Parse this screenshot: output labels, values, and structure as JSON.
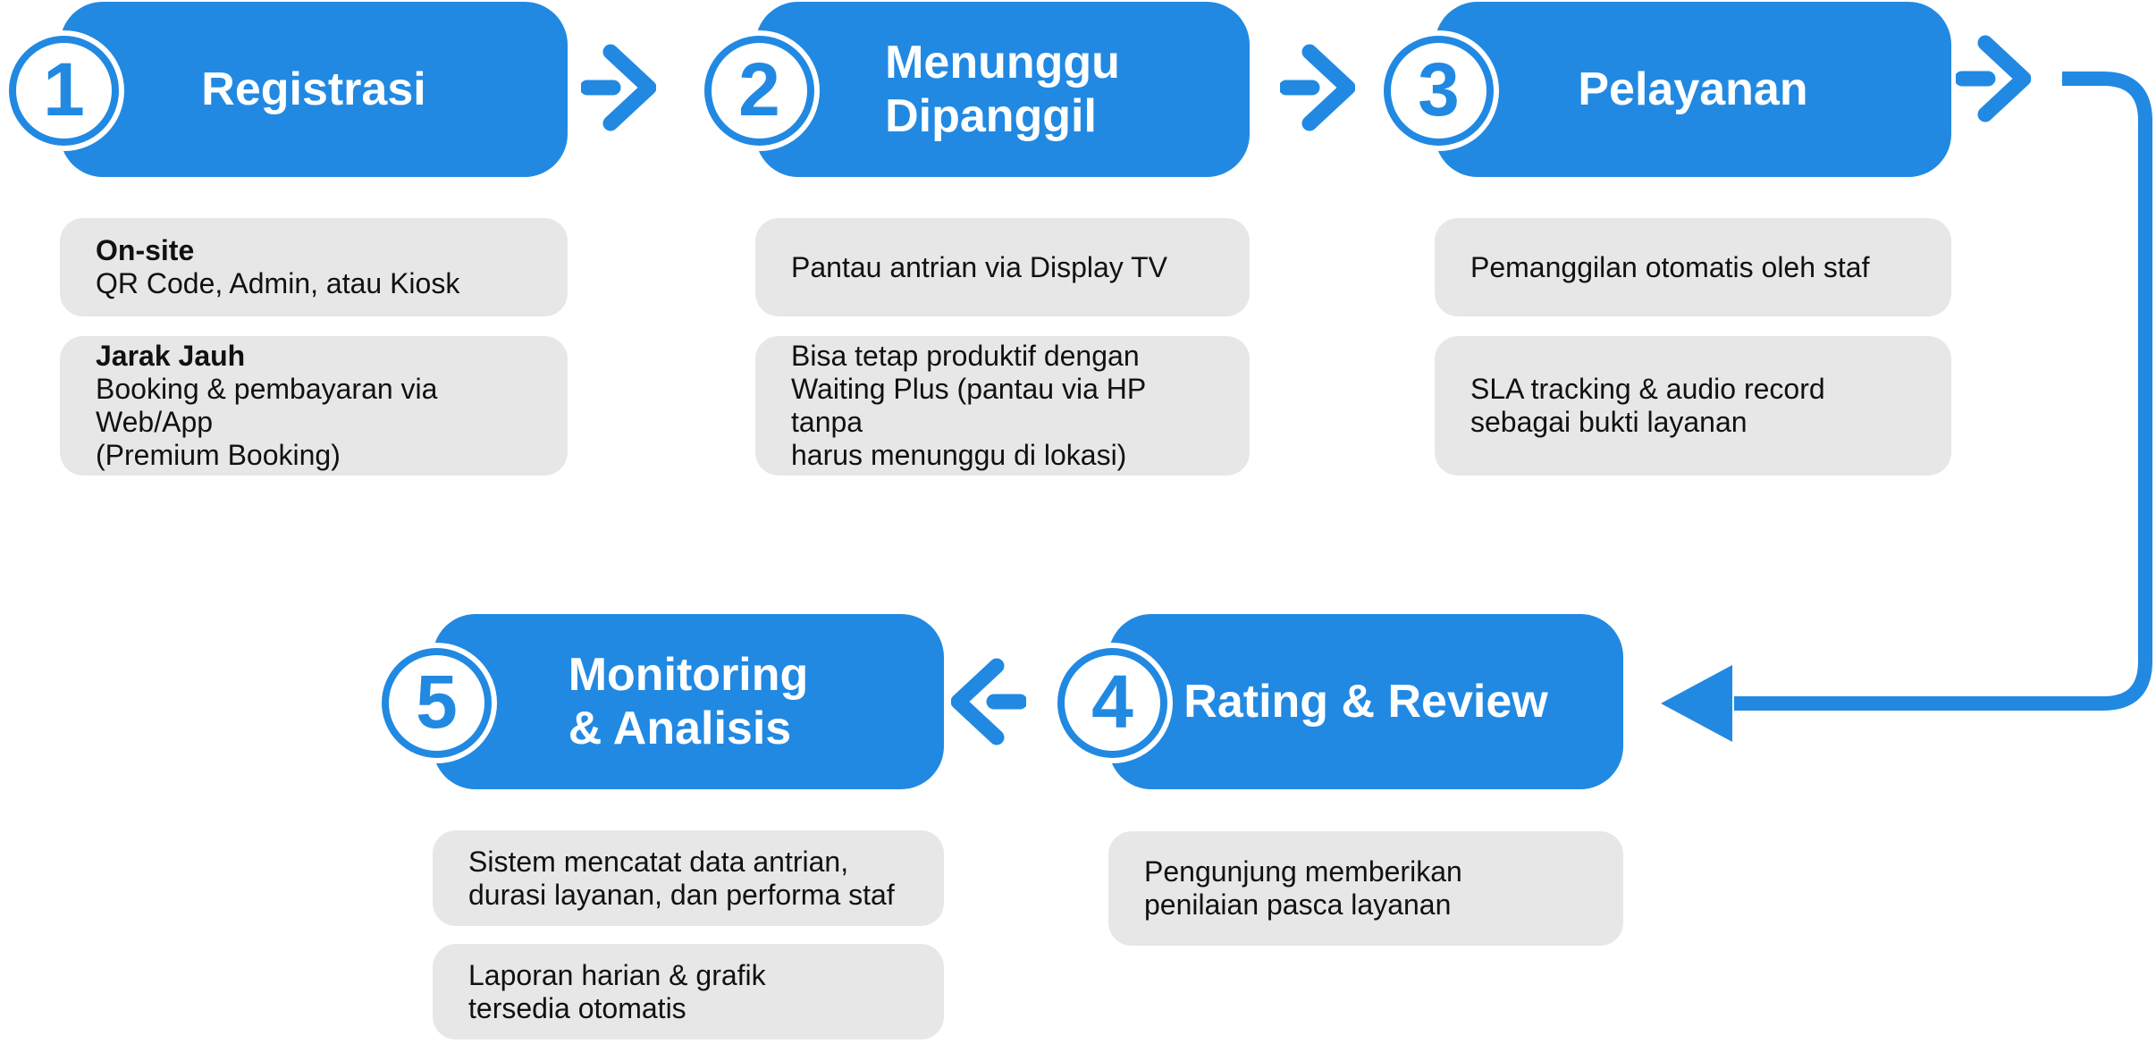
{
  "palette": {
    "blue": "#2189E2",
    "gray": "#E7E7E7",
    "text": "#111111"
  },
  "steps": [
    {
      "number": "1",
      "title": "Registrasi",
      "cards": [
        {
          "title": "On-site",
          "body": "QR Code, Admin, atau Kiosk"
        },
        {
          "title": "Jarak Jauh",
          "body": "Booking & pembayaran via Web/App\n(Premium Booking)"
        }
      ]
    },
    {
      "number": "2",
      "title": "Menunggu\nDipanggil",
      "cards": [
        {
          "title": "",
          "body": "Pantau antrian via Display TV"
        },
        {
          "title": "",
          "body": "Bisa tetap produktif dengan\nWaiting Plus (pantau via HP tanpa\nharus menunggu di lokasi)"
        }
      ]
    },
    {
      "number": "3",
      "title": "Pelayanan",
      "cards": [
        {
          "title": "",
          "body": "Pemanggilan otomatis oleh staf"
        },
        {
          "title": "",
          "body": "SLA tracking & audio record\nsebagai bukti layanan"
        }
      ]
    },
    {
      "number": "4",
      "title": "Rating & Review",
      "cards": [
        {
          "title": "",
          "body": "Pengunjung memberikan\npenilaian pasca layanan"
        }
      ]
    },
    {
      "number": "5",
      "title": "Monitoring\n& Analisis",
      "cards": [
        {
          "title": "",
          "body": "Sistem mencatat data antrian,\ndurasi layanan, dan performa staf"
        },
        {
          "title": "",
          "body": "Laporan harian & grafik\ntersedia otomatis"
        }
      ]
    }
  ]
}
